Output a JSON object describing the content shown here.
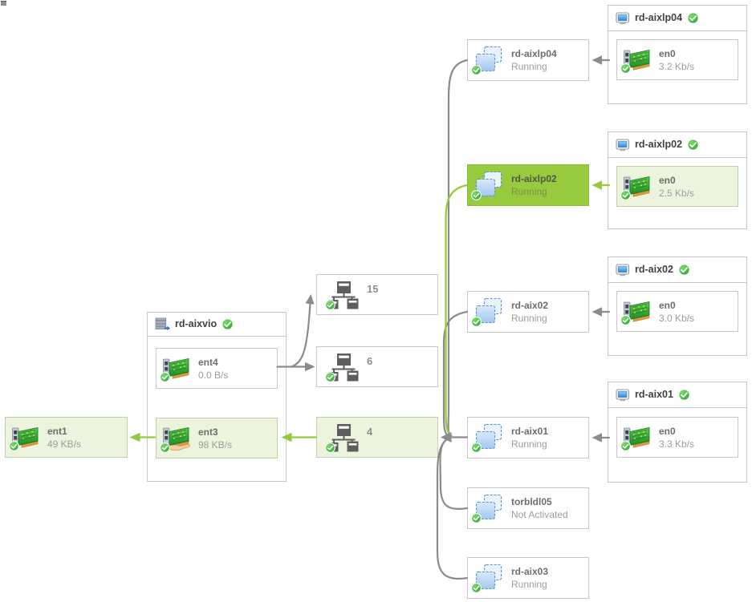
{
  "endpoint": {
    "name": "ent1",
    "speed": "49 KB/s"
  },
  "vio": {
    "name": "rd-aixvio",
    "adapters": [
      {
        "name": "ent4",
        "speed": "0.0 B/s",
        "highlighted": false,
        "shared": false
      },
      {
        "name": "ent3",
        "speed": "98 KB/s",
        "highlighted": true,
        "shared": true
      }
    ]
  },
  "switches": [
    {
      "label": "15",
      "highlighted": false
    },
    {
      "label": "6",
      "highlighted": false
    },
    {
      "label": "4",
      "highlighted": true
    }
  ],
  "lpars": [
    {
      "name": "rd-aixlp04",
      "status": "Running",
      "highlighted": false
    },
    {
      "name": "rd-aixlp02",
      "status": "Running",
      "highlighted": true
    },
    {
      "name": "rd-aix02",
      "status": "Running",
      "highlighted": false
    },
    {
      "name": "rd-aix01",
      "status": "Running",
      "highlighted": false
    },
    {
      "name": "torbldl05",
      "status": "Not Activated",
      "highlighted": false
    },
    {
      "name": "rd-aix03",
      "status": "Running",
      "highlighted": false
    }
  ],
  "hosts": [
    {
      "name": "rd-aixlp04",
      "adapter": {
        "name": "en0",
        "speed": "3.2 Kb/s"
      },
      "highlighted": false
    },
    {
      "name": "rd-aixlp02",
      "adapter": {
        "name": "en0",
        "speed": "2.5 Kb/s"
      },
      "highlighted": true
    },
    {
      "name": "rd-aix02",
      "adapter": {
        "name": "en0",
        "speed": "3.0 Kb/s"
      },
      "highlighted": false
    },
    {
      "name": "rd-aix01",
      "adapter": {
        "name": "en0",
        "speed": "3.3 Kb/s"
      },
      "highlighted": false
    }
  ],
  "icons": {
    "host": "monitor-icon",
    "vio": "server-stack-icon",
    "lpar": "lpar-partitions-icon",
    "adapter": "network-card-icon",
    "shared_adapter": "network-card-hand-icon",
    "switch": "virtual-network-icon",
    "status_ok": "green-check-icon"
  },
  "colors": {
    "selected_fill": "#97ca3d",
    "selected_border": "#89b935",
    "soft_green_fill": "#ecf4de",
    "soft_green_border": "#c3d1a8",
    "box_border": "#c6c6c6",
    "line_gray": "#8b8b8b",
    "line_green": "#94c840",
    "name_text": "#6d6d6d",
    "status_text": "#9c9c9c",
    "header_text": "#414141",
    "check_green": "#2eb135"
  }
}
